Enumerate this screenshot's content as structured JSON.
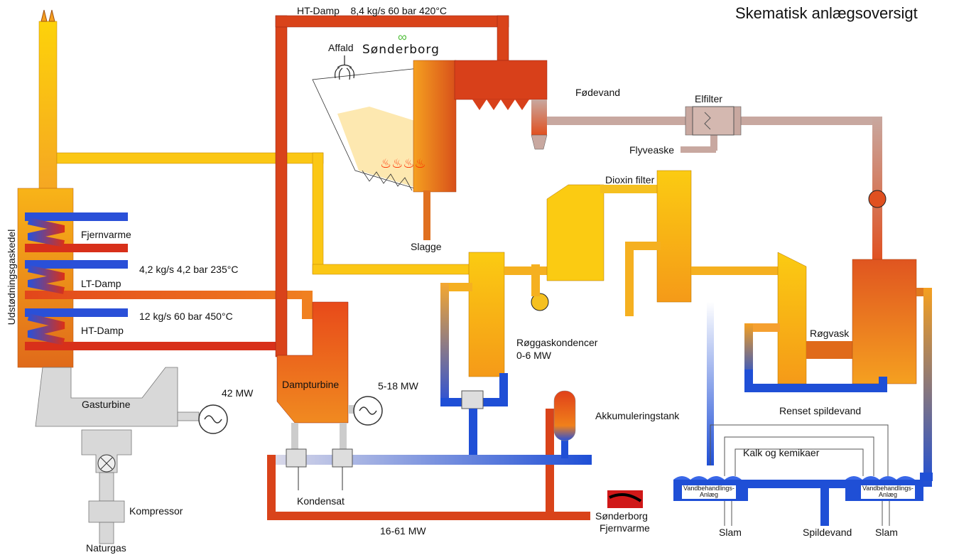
{
  "title": "Skematisk anlægsoversigt",
  "labels": {
    "ht_damp_top": "HT-Damp    8,4 kg/s 60 bar 420°C",
    "affald": "Affald",
    "sonderborg_logo": "Sønderborg",
    "fodevand": "Fødevand",
    "elfilter": "Elfilter",
    "flyveaske": "Flyveaske",
    "dioxin_filter": "Dioxin filter",
    "slagge": "Slagge",
    "udstodningsgaskedel": "Udstødningsgaskedel",
    "fjernvarme": "Fjernvarme",
    "lt_spec": "4,2 kg/s 4,2 bar 235°C",
    "lt_damp": "LT-Damp",
    "ht_spec": "12 kg/s 60 bar 450°C",
    "ht_damp": "HT-Damp",
    "roggaskondencer": "Røggaskondencer",
    "roggaskondencer_mw": "0-6 MW",
    "rogvask": "Røgvask",
    "renset_spildevand": "Renset spildevand",
    "gasturbine": "Gasturbine",
    "gas_mw": "42 MW",
    "dampturbine": "Dampturbine",
    "damp_mw": "5-18 MW",
    "akkumuleringstank": "Akkumuleringstank",
    "kalk": "Kalk og kemikaer",
    "vandbehandling_1": "Vandbehandlings-\nAnlæg",
    "vandbehandling_2": "Vandbehandlings-\nAnlæg",
    "kompressor": "Kompressor",
    "naturgas": "Naturgas",
    "kondensat": "Kondensat",
    "fjv_mw": "16-61 MW",
    "fjv_logo_1": "Sønderborg",
    "fjv_logo_2": "Fjernvarme",
    "slam_1": "Slam",
    "spildevand": "Spildevand",
    "slam_2": "Slam"
  },
  "colors": {
    "hot_steam": "#d9431a",
    "flue_gas": "#f7c310",
    "cold_water": "#1f4fd6",
    "ash_gas": "#c8a8a0",
    "machine_grey": "#d8d8d8"
  }
}
